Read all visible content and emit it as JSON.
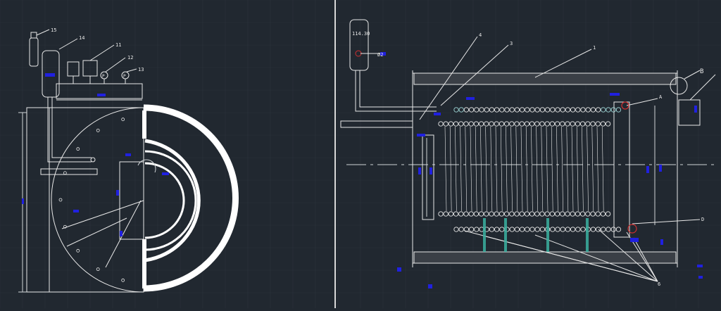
{
  "app": {
    "background_color": "#212830",
    "grid_color": "#2a323b",
    "line_color": "#e8e8e8",
    "dim_color": "#cfd3d6",
    "highlight_color": "#2020e0",
    "tube_color": "#9fd6d6",
    "accent_green": "#3ab0a0",
    "marker_red": "#d03030"
  },
  "left_view": {
    "part_labels": [
      "15",
      "14",
      "11",
      "12",
      "13"
    ],
    "gauge_letters": [
      "P",
      "P"
    ]
  },
  "right_view": {
    "controller_label": "114.30",
    "diameter_label": "Ø2",
    "part_labels": [
      "4",
      "3",
      "1",
      "B",
      "D",
      "A",
      "6"
    ]
  }
}
